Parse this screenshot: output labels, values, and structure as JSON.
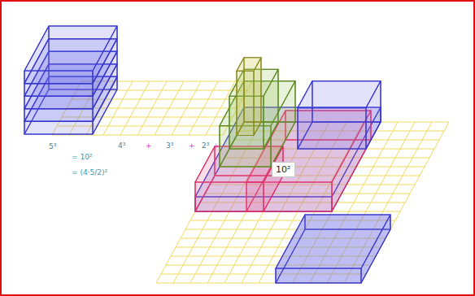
{
  "diagram": {
    "nodes": [
      {
        "text": [
          "10²"
        ]
      }
    ],
    "labels": [
      "5³",
      "4³",
      "+",
      "3³",
      "+",
      "2³",
      "+",
      "= 10²",
      "= (4·5/2)²"
    ]
  }
}
